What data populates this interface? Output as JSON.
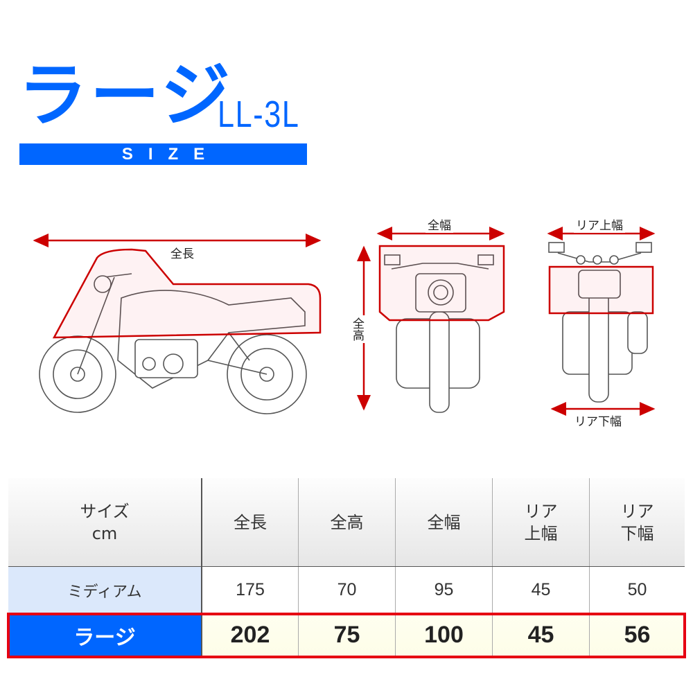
{
  "header": {
    "title": "ラージ",
    "model": "LL-3L",
    "size_label": "SIZE"
  },
  "diagram": {
    "length_label": "全長",
    "height_label": "全高",
    "width_label": "全幅",
    "rear_top_label": "リア上幅",
    "rear_bottom_label": "リア下幅"
  },
  "colors": {
    "brand": "#0066ff",
    "highlight": "#e60012"
  },
  "table": {
    "corner": [
      "サイズ",
      "cm"
    ],
    "headers": [
      [
        "全長"
      ],
      [
        "全高"
      ],
      [
        "全幅"
      ],
      [
        "リア",
        "上幅"
      ],
      [
        "リア",
        "下幅"
      ]
    ],
    "rows": [
      {
        "name": "ミディアム",
        "values": [
          "175",
          "70",
          "95",
          "45",
          "50"
        ]
      },
      {
        "name": "ラージ",
        "values": [
          "202",
          "75",
          "100",
          "45",
          "56"
        ]
      }
    ]
  }
}
